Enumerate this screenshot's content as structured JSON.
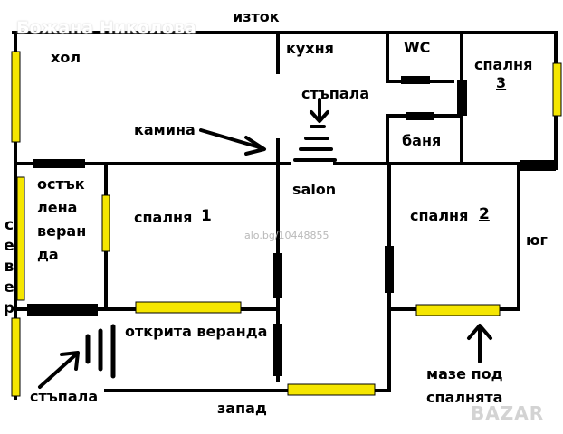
{
  "author": "Божана Николова",
  "watermark": "alo.bg/10448855",
  "corner_logo": "BAZAR",
  "compass": {
    "east": "изток",
    "west": "запад",
    "south": "юг",
    "north": [
      "с",
      "е",
      "в",
      "е",
      "р"
    ]
  },
  "rooms": {
    "hall": "хол",
    "kitchen": "кухня",
    "wc": "WC",
    "bedroom3_line1": "спалня",
    "bedroom3_line2": "3",
    "stairs_top": "стъпала",
    "fireplace": "камина",
    "bathroom": "баня",
    "salon": "salon",
    "enclosed_veranda": [
      "остък",
      "лена",
      "веран",
      "да"
    ],
    "bedroom1": "спалня",
    "bedroom1_num": "1",
    "bedroom2": "спалня",
    "bedroom2_num": "2",
    "open_veranda": "открита веранда",
    "stairs_bottom": "стъпала",
    "basement_line1": "мазе под",
    "basement_line2": "спалнята"
  },
  "colors": {
    "wall": "#000000",
    "window": "#f5e600",
    "background": "#ffffff"
  }
}
